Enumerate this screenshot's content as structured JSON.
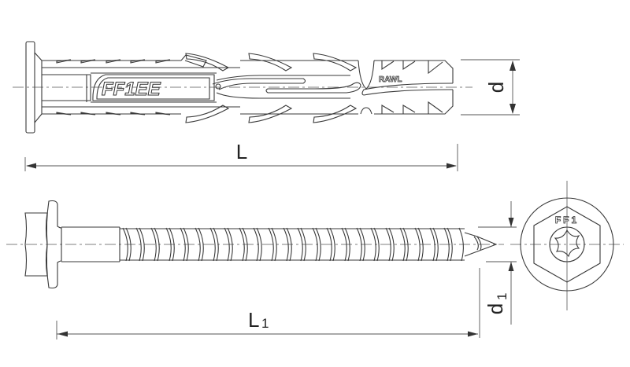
{
  "drawing": {
    "plug": {
      "brand_text": "RAWL",
      "embossed_code": "FF1EE",
      "dimension_diameter_label": "d",
      "dimension_length_label": "L"
    },
    "screw": {
      "head_marking": "FF1",
      "drive_type": "torx-drive",
      "dimension_diameter_label": "d",
      "dimension_diameter_sub": "1",
      "dimension_length_label": "L",
      "dimension_length_sub": "1"
    },
    "colors": {
      "line": "#3a3a3a",
      "background": "#ffffff"
    }
  }
}
